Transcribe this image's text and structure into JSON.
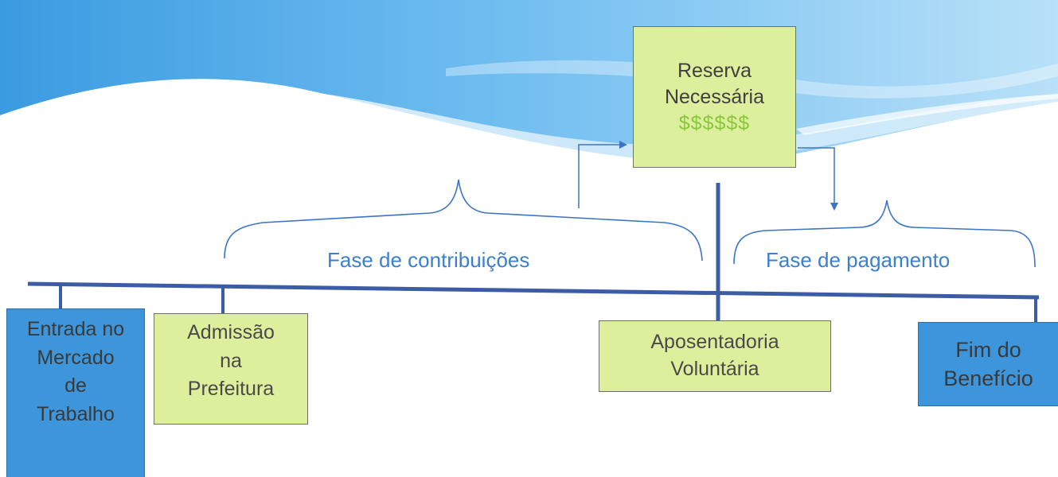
{
  "diagram": {
    "reserve_box": {
      "title": "Reserva\nNecessária",
      "amount": "$$$$$$"
    },
    "phases": {
      "contribution": "Fase de contribuições",
      "payment": "Fase de pagamento"
    },
    "timeline_boxes": {
      "entrada": "Entrada no\nMercado\nde\nTrabalho",
      "admissao": "Admissão\nna\nPrefeitura",
      "aposentadoria": "Aposentadoria\nVoluntária",
      "fim": "Fim do\nBenefício"
    }
  },
  "colors": {
    "green_box": "#dcef9c",
    "blue_box": "#3d96dc",
    "timeline_line": "#3c5da6",
    "phase_text": "#3b7fcf",
    "money_text": "#8cc63f"
  }
}
